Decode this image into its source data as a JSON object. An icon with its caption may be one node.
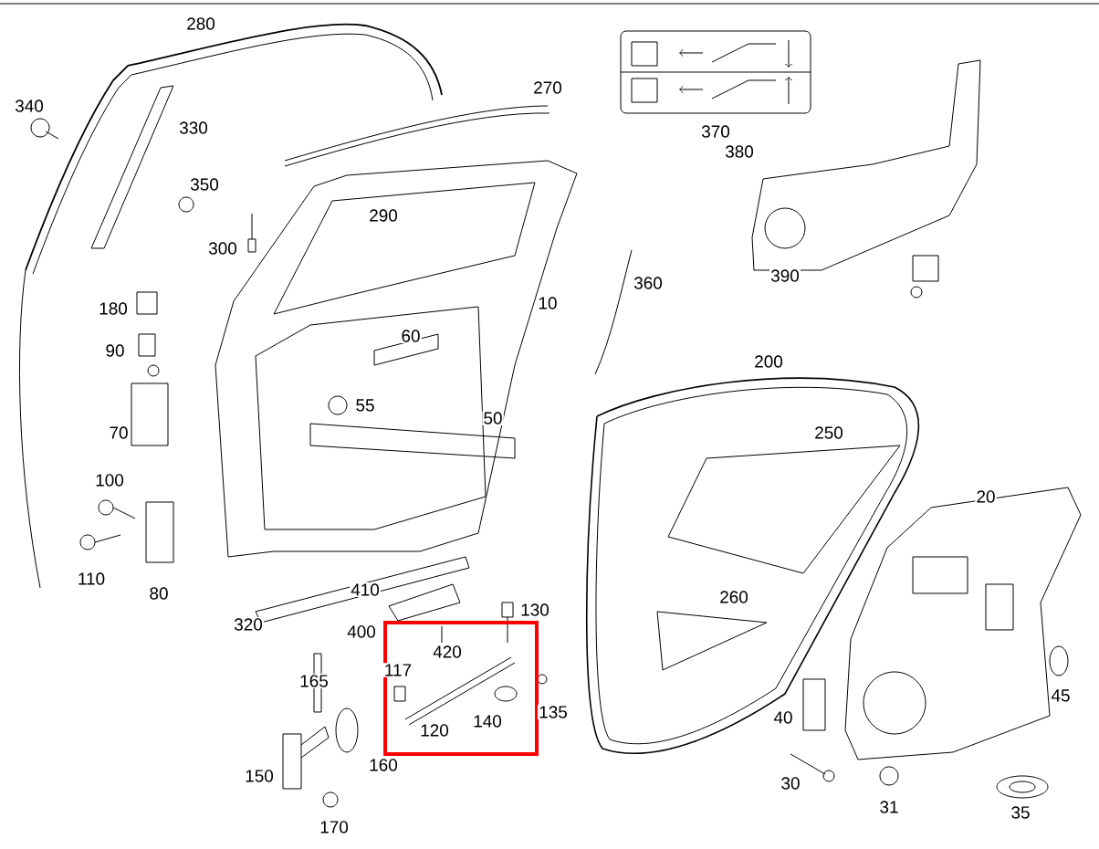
{
  "diagram": {
    "labels": [
      "280",
      "340",
      "330",
      "270",
      "370",
      "380",
      "350",
      "300",
      "290",
      "360",
      "10",
      "390",
      "180",
      "90",
      "60",
      "200",
      "55",
      "70",
      "50",
      "250",
      "20",
      "100",
      "110",
      "80",
      "410",
      "130",
      "320",
      "400",
      "420",
      "260",
      "117",
      "165",
      "135",
      "140",
      "40",
      "120",
      "45",
      "150",
      "160",
      "30",
      "170",
      "31",
      "35"
    ]
  }
}
